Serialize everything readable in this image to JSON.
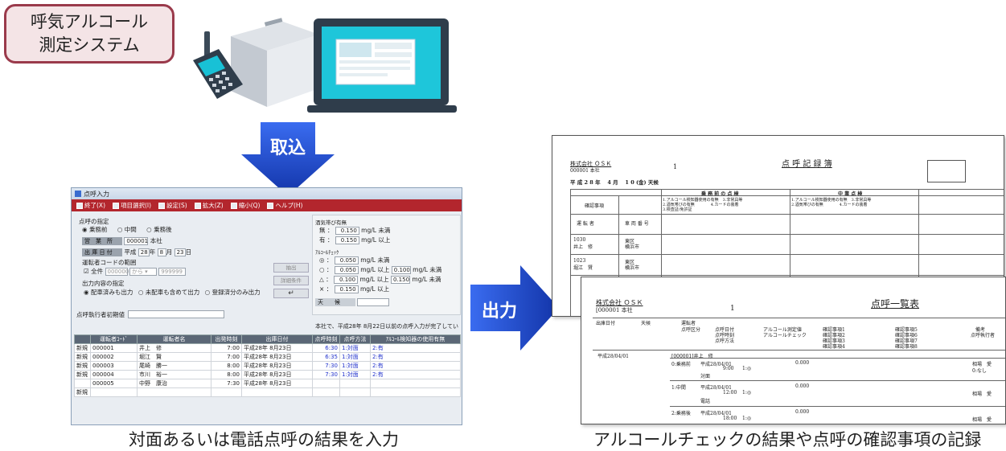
{
  "title_pill": {
    "line1": "呼気アルコール",
    "line2": "測定システム"
  },
  "arrows": {
    "import_label": "取込",
    "output_label": "出力"
  },
  "captions": {
    "left": "対面あるいは電話点呼の結果を入力",
    "right": "アルコールチェックの結果や点呼の確認事項の記録"
  },
  "colors": {
    "accent_red": "#b3262d",
    "arrow_blue": "#1f4fd1",
    "pill_border": "#9a3a4b"
  },
  "app": {
    "window_title": "点呼入力",
    "toolbar": [
      "終了(X)",
      "項目選択(I)",
      "設定(S)",
      "拡大(Z)",
      "縮小(Q)",
      "ヘルプ(H)"
    ],
    "tenko_designation": "点呼の指定",
    "tenko_options": [
      "乗務前",
      "中間",
      "乗務後"
    ],
    "office_label": "営　業　所",
    "office_code": "000001",
    "office_name": "本社",
    "date_label": "出 庫 日 付",
    "date_era": "平成",
    "date_year": "28",
    "date_year_unit": "年",
    "date_month": "8",
    "date_month_unit": "月",
    "date_day": "23",
    "date_day_unit": "日",
    "driver_code_range": "運転者コードの範囲",
    "all_label": "全件",
    "range_from": "000000",
    "range_from_suffix": "から",
    "range_to": "999999",
    "search_button": "抽出",
    "detail_button": "詳細条件",
    "output_designation": "出力内容の指定",
    "output_options": [
      "配車済みも出力",
      "未配車も含めて出力",
      "登録済分のみ出力"
    ],
    "enter_symbol": "↵",
    "executor_label": "点呼執行者初期値",
    "drink_header": "酒気帯び有無",
    "drink_rows": [
      {
        "mark": "無",
        "value": "0.150",
        "unit": "mg/L 未満"
      },
      {
        "mark": "有",
        "value": "0.150",
        "unit": "mg/L 以上"
      }
    ],
    "alcohol_check_header": "ｱﾙｺｰﾙﾁｪｯｸ",
    "alcohol_rows": [
      {
        "mark": "◎",
        "value": "0.050",
        "unit": "mg/L 未満",
        "value2": "",
        "unit2": ""
      },
      {
        "mark": "○",
        "value": "0.050",
        "unit": "mg/L 以上",
        "value2": "0.100",
        "unit2": "mg/L 未満"
      },
      {
        "mark": "△",
        "value": "0.100",
        "unit": "mg/L 以上",
        "value2": "0.150",
        "unit2": "mg/L 未満"
      },
      {
        "mark": "×",
        "value": "0.150",
        "unit": "mg/L 以上",
        "value2": "",
        "unit2": ""
      }
    ],
    "weather_label": "天　　候",
    "notice": "本社で、平成28年 8月22日以前の点呼入力が完了してい",
    "columns": [
      "",
      "運転者ｺｰﾄﾞ",
      "運転者名",
      "出発時刻",
      "出庫日付",
      "点呼時刻",
      "点呼方法",
      "ｱﾙｺｰﾙ検知器の使用有無"
    ],
    "rows": [
      [
        "新規",
        "000001",
        "井上　修",
        "7:00",
        "平成28年 8月23日",
        "6:30",
        "1:対面",
        "2:有"
      ],
      [
        "新規",
        "000002",
        "堀江　賢",
        "7:00",
        "平成28年 8月23日",
        "6:35",
        "1:対面",
        "2:有"
      ],
      [
        "新規",
        "000003",
        "尾崎　勝一",
        "8:00",
        "平成28年 8月23日",
        "7:30",
        "1:対面",
        "2:有"
      ],
      [
        "新規",
        "000004",
        "市川　裕一",
        "8:00",
        "平成28年 8月23日",
        "7:30",
        "1:対面",
        "2:有"
      ],
      [
        "",
        "000005",
        "中野　康治",
        "7:30",
        "平成28年 8月23日",
        "",
        "",
        ""
      ],
      [
        "新規",
        "",
        "",
        "",
        "",
        "",
        "",
        ""
      ]
    ]
  },
  "doc1": {
    "company": "株式会社 ＯＳＫ",
    "branch": "000001 本社",
    "count": "1",
    "title": "点 呼 記 録 簿",
    "date_line": "平 成 2 8 年　 4 月　 1 0 (金) 天候",
    "section_before": "乗 務 前 の 点 検",
    "section_mid": "中 業 点 検",
    "confirm_label": "確認事項",
    "driver_col": "運 転 者",
    "vehicle_col": "車 両 番 号",
    "check_items_a": "1.アルコール検知器使用の有無　3.非常具等",
    "check_items_b": "2.酒気帯びの有無　　　　4.カードの装着",
    "check_items_c": "3.検査証/免許証",
    "row1_code": "1030",
    "row1_name": "井上　修",
    "row1_area": "東区",
    "row1_area2": "横浜市",
    "row2_code": "1023",
    "row2_name": "堀江　賢",
    "row2_area": "東区",
    "row2_area2": "横浜市"
  },
  "doc2": {
    "company": "株式会社 ＯＳＫ",
    "branch": "[000001 本社",
    "count": "1",
    "title": "点呼一覧表",
    "col_date": "出庫日付",
    "col_weather": "天候",
    "col_driver": "運転者",
    "col_kubun": "点呼区分",
    "col_tenko_date": "点呼日付",
    "col_tenko_time": "点呼時刻",
    "col_method": "点呼方法",
    "col_alcohol": "アルコール測定値",
    "col_alcohol_check": "アルコールチェック",
    "col_confirm": "確認事項1",
    "col_confirm2": "確認事項2",
    "col_confirm3": "確認事項3",
    "col_confirm4": "確認事項4",
    "col_confirm5": "確認事項5",
    "col_confirm6": "確認事項6",
    "col_confirm7": "確認事項7",
    "col_confirm8": "確認事項8",
    "col_remarks": "備考",
    "col_executor": "点呼執行者",
    "row_date": "平成28/04/01",
    "row_driver": "[000001]井上　修",
    "r1_kubun": "0:乗務前",
    "r1_date": "平成28/04/01",
    "r1_time": "9:00",
    "r1_method": "対面",
    "r1_value": "0.000",
    "r1_check": "1:◎",
    "r2_kubun": "1:中間",
    "r2_date": "平成28/04/01",
    "r2_time": "12:00",
    "r2_method": "電話",
    "r2_value": "0.000",
    "r2_check": "1:◎",
    "r3_kubun": "2:乗務後",
    "r3_date": "平成28/04/01",
    "r3_time": "18:00",
    "r3_value": "0.000",
    "r3_check": "1:◎",
    "executor": "相場　愛",
    "none": "0:なし"
  }
}
